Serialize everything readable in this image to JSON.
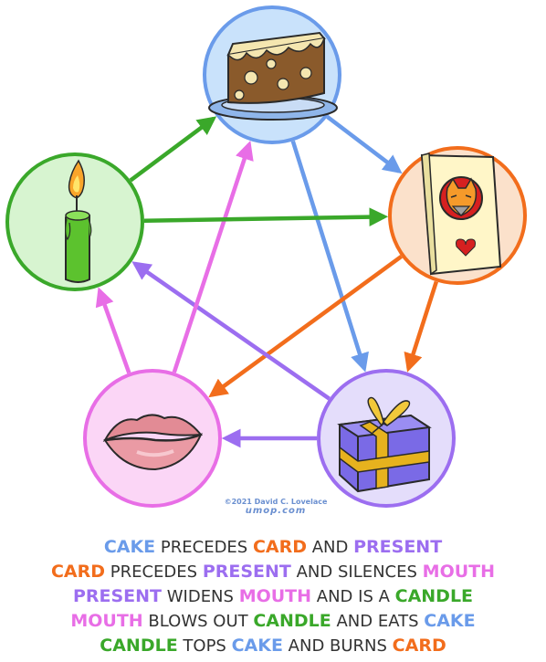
{
  "colors": {
    "cake": "#6a9bea",
    "card": "#f26d1c",
    "present": "#9c6ef0",
    "mouth": "#e86ee6",
    "candle": "#3aa82a"
  },
  "nodes": [
    {
      "id": "cake",
      "icon": "cake-icon",
      "fill": "#c9e2fb",
      "stroke": "#6a9bea"
    },
    {
      "id": "card",
      "icon": "greeting-card-icon",
      "fill": "#fbe1cb",
      "stroke": "#f26d1c"
    },
    {
      "id": "present",
      "icon": "gift-box-icon",
      "fill": "#e4ddfb",
      "stroke": "#9c6ef0"
    },
    {
      "id": "mouth",
      "icon": "lips-icon",
      "fill": "#fbd6f6",
      "stroke": "#e86ee6"
    },
    {
      "id": "candle",
      "icon": "candle-icon",
      "fill": "#d7f4d0",
      "stroke": "#3aa82a"
    }
  ],
  "edges": [
    {
      "from": "cake",
      "to": "card",
      "color": "#6a9bea"
    },
    {
      "from": "cake",
      "to": "present",
      "color": "#6a9bea"
    },
    {
      "from": "card",
      "to": "present",
      "color": "#f26d1c"
    },
    {
      "from": "card",
      "to": "mouth",
      "color": "#f26d1c"
    },
    {
      "from": "present",
      "to": "mouth",
      "color": "#9c6ef0"
    },
    {
      "from": "present",
      "to": "candle",
      "color": "#9c6ef0"
    },
    {
      "from": "mouth",
      "to": "candle",
      "color": "#e86ee6"
    },
    {
      "from": "mouth",
      "to": "cake",
      "color": "#e86ee6"
    },
    {
      "from": "candle",
      "to": "cake",
      "color": "#3aa82a"
    },
    {
      "from": "candle",
      "to": "card",
      "color": "#3aa82a"
    }
  ],
  "copyright": {
    "line1": "©2021 David C. Lovelace",
    "line2": "umop.com"
  },
  "captions": [
    [
      {
        "text": "CAKE",
        "color": "#6a9bea",
        "bold": true
      },
      {
        "text": " PRECEDES ",
        "color": "#333333",
        "bold": false
      },
      {
        "text": "CARD",
        "color": "#f26d1c",
        "bold": true
      },
      {
        "text": " AND ",
        "color": "#333333",
        "bold": false
      },
      {
        "text": "PRESENT",
        "color": "#9c6ef0",
        "bold": true
      }
    ],
    [
      {
        "text": "CARD",
        "color": "#f26d1c",
        "bold": true
      },
      {
        "text": " PRECEDES ",
        "color": "#333333",
        "bold": false
      },
      {
        "text": "PRESENT",
        "color": "#9c6ef0",
        "bold": true
      },
      {
        "text": " AND SILENCES ",
        "color": "#333333",
        "bold": false
      },
      {
        "text": "MOUTH",
        "color": "#e86ee6",
        "bold": true
      }
    ],
    [
      {
        "text": "PRESENT",
        "color": "#9c6ef0",
        "bold": true
      },
      {
        "text": " WIDENS ",
        "color": "#333333",
        "bold": false
      },
      {
        "text": "MOUTH",
        "color": "#e86ee6",
        "bold": true
      },
      {
        "text": " AND IS A ",
        "color": "#333333",
        "bold": false
      },
      {
        "text": "CANDLE",
        "color": "#3aa82a",
        "bold": true
      }
    ],
    [
      {
        "text": "MOUTH",
        "color": "#e86ee6",
        "bold": true
      },
      {
        "text": " BLOWS OUT ",
        "color": "#333333",
        "bold": false
      },
      {
        "text": "CANDLE",
        "color": "#3aa82a",
        "bold": true
      },
      {
        "text": " AND EATS ",
        "color": "#333333",
        "bold": false
      },
      {
        "text": "CAKE",
        "color": "#6a9bea",
        "bold": true
      }
    ],
    [
      {
        "text": "CANDLE",
        "color": "#3aa82a",
        "bold": true
      },
      {
        "text": " TOPS ",
        "color": "#333333",
        "bold": false
      },
      {
        "text": "CAKE",
        "color": "#6a9bea",
        "bold": true
      },
      {
        "text": " AND BURNS ",
        "color": "#333333",
        "bold": false
      },
      {
        "text": "CARD",
        "color": "#f26d1c",
        "bold": true
      }
    ]
  ]
}
